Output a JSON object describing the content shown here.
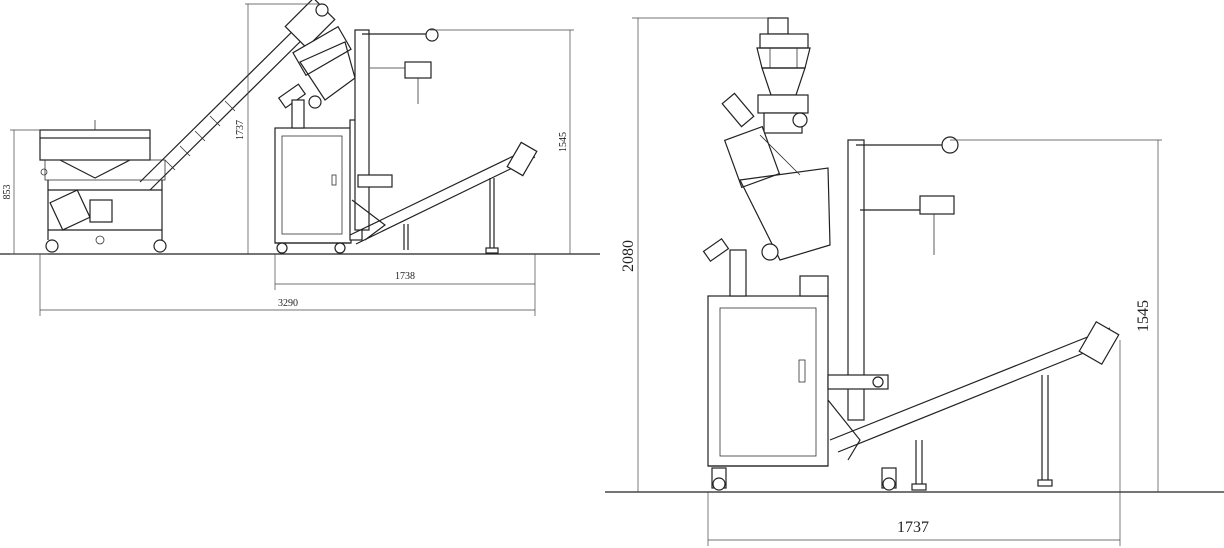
{
  "left_view": {
    "dim_hopper_height": "853",
    "dim_auger_height": "1737",
    "dim_conveyor_height": "1545",
    "dim_machine_width": "1738",
    "dim_total_width": "3290"
  },
  "right_view": {
    "dim_total_height": "2080",
    "dim_conveyor_height": "1545",
    "dim_machine_width": "1737"
  }
}
